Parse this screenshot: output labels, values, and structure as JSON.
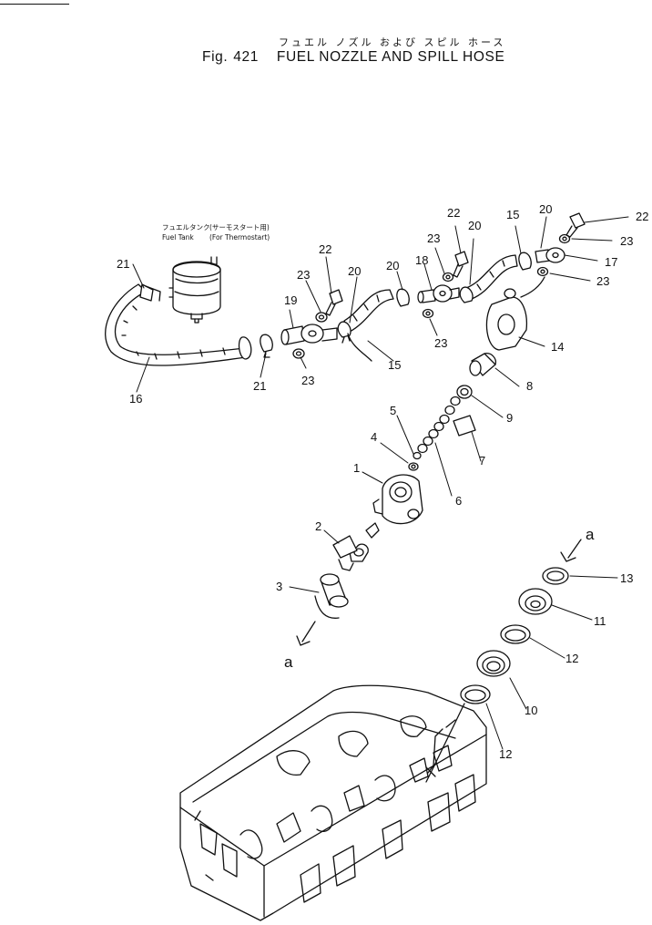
{
  "figure": {
    "title_jp": "フュエル ノズル および スピル ホース",
    "fig_label": "Fig.",
    "fig_number": "421",
    "title_en": "FUEL NOZZLE AND SPILL HOSE"
  },
  "annotations": {
    "fuel_tank_jp": "フュエルタンク",
    "thermostart_jp": "(サーモスタート用)",
    "fuel_tank_en": "Fuel Tank",
    "thermostart_en": "(For Thermostart)",
    "view_a_top": "a",
    "view_a_bottom": "a"
  },
  "callouts": {
    "c1": "1",
    "c2": "2",
    "c3": "3",
    "c4": "4",
    "c5": "5",
    "c6": "6",
    "c7": "7",
    "c8": "8",
    "c9": "9",
    "c10": "10",
    "c11": "11",
    "c12a": "12",
    "c12b": "12",
    "c13": "13",
    "c14": "14",
    "c15a": "15",
    "c15b": "15",
    "c16": "16",
    "c17": "17",
    "c18": "18",
    "c19": "19",
    "c20a": "20",
    "c20b": "20",
    "c20c": "20",
    "c20d": "20",
    "c21a": "21",
    "c21b": "21",
    "c22a": "22",
    "c22b": "22",
    "c22c": "22",
    "c23a": "23",
    "c23b": "23",
    "c23c": "23",
    "c23d": "23",
    "c23e": "23",
    "c23f": "23"
  }
}
